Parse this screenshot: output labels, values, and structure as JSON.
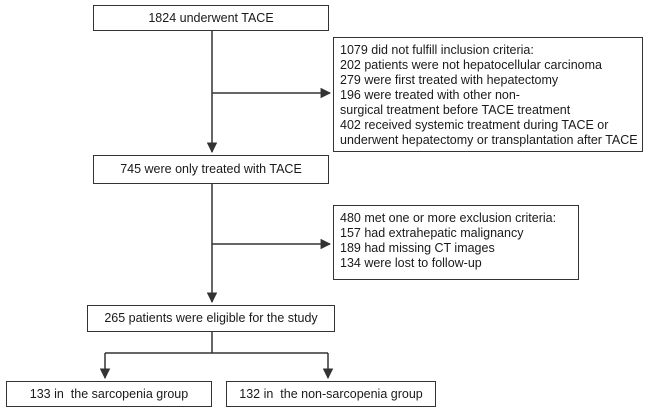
{
  "flow": {
    "start": "1824 underwent TACE",
    "exclusion1": {
      "lines": [
        "1079 did not fulfill inclusion criteria:",
        "202 patients were not hepatocellular carcinoma",
        "279 were first treated with hepatectomy",
        "196 were treated with other non-",
        "surgical treatment before TACE treatment",
        "402 received systemic treatment during TACE or",
        "underwent hepatectomy or transplantation after TACE"
      ]
    },
    "tace_only": "745 were only treated with TACE",
    "exclusion2": {
      "lines": [
        "480 met one or more exclusion criteria:",
        "157 had extrahepatic malignancy",
        "189 had missing CT images",
        "134 were lost to follow-up"
      ]
    },
    "eligible": "265 patients were eligible for the study",
    "group_sarcopenia": "133 in  the sarcopenia group",
    "group_non_sarcopenia": "132 in  the non-sarcopenia group"
  },
  "colors": {
    "line": "#333333",
    "text": "#1a1a1a",
    "background": "#ffffff"
  }
}
